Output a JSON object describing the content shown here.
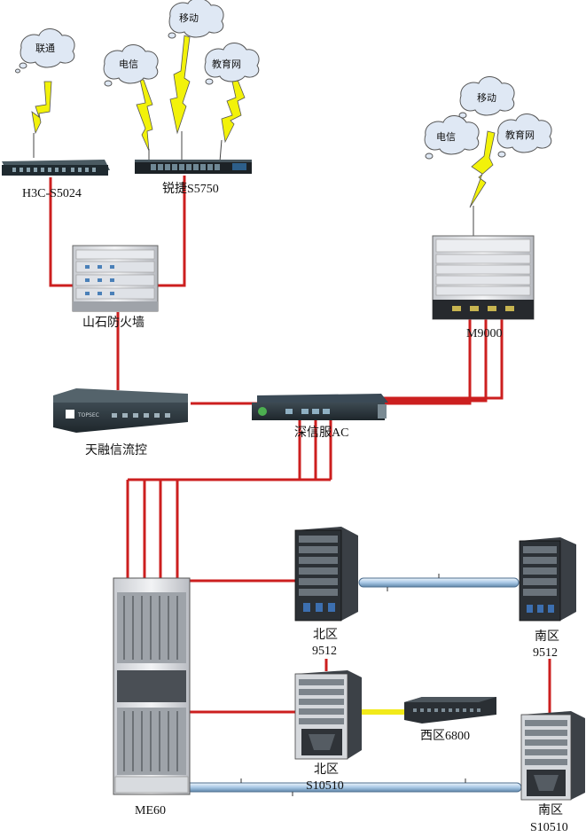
{
  "clouds": {
    "unicom": "联通",
    "telecom_left": "电信",
    "mobile_left": "移动",
    "edu_left": "教育网",
    "mobile_right": "移动",
    "telecom_right": "电信",
    "edu_right": "教育网"
  },
  "devices": {
    "h3c_switch": "H3C-S5024",
    "ruijie_switch": "锐捷S5750",
    "firewall": "山石防火墙",
    "m9000": "M9000",
    "flow_control": "天融信流控",
    "sangfor_ac": "深信服AC",
    "me60": "ME60",
    "north_9512_line1": "北区",
    "north_9512_line2": "9512",
    "south_9512_line1": "南区",
    "south_9512_line2": "9512",
    "north_s10510_line1": "北区",
    "north_s10510_line2": "S10510",
    "south_s10510_line1": "南区",
    "south_s10510_line2": "S10510",
    "west_6800": "西区6800"
  },
  "colors": {
    "link_red": "#cc1f1f",
    "lightning": "#f2f20a",
    "link_yellow": "#f2ea1a",
    "trunk_blue": "#b8d4ec",
    "device_dark": "#2c2f33"
  }
}
